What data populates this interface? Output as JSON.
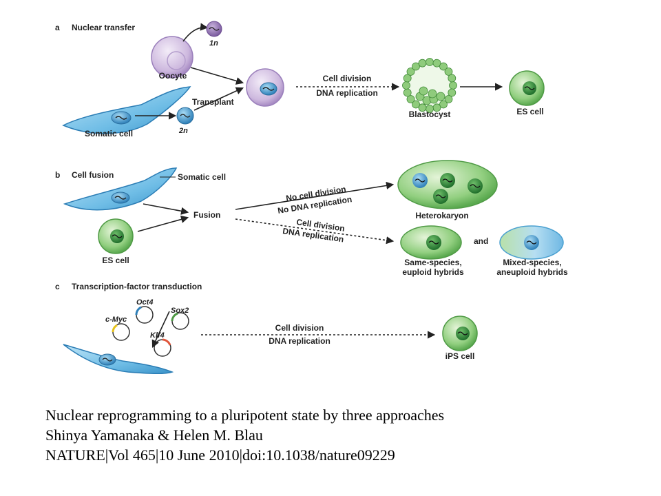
{
  "panels": {
    "a": {
      "letter": "a",
      "title": "Nuclear transfer",
      "oocyte": "Oocyte",
      "haploid": "1n",
      "somatic_cell": "Somatic cell",
      "diploid": "2n",
      "transplant": "Transplant",
      "arrow_line1": "Cell division",
      "arrow_line2": "DNA replication",
      "blastocyst": "Blastocyst",
      "es_cell": "ES cell"
    },
    "b": {
      "letter": "b",
      "title": "Cell fusion",
      "somatic_cell": "Somatic cell",
      "fusion": "Fusion",
      "es_cell": "ES cell",
      "upper_arrow_line1": "No cell division",
      "upper_arrow_line2": "No DNA replication",
      "heterokaryon": "Heterokaryon",
      "lower_arrow_line1": "Cell division",
      "lower_arrow_line2": "DNA replication",
      "and": "and",
      "hybrid1_line1": "Same-species,",
      "hybrid1_line2": "euploid hybrids",
      "hybrid2_line1": "Mixed-species,",
      "hybrid2_line2": "aneuploid hybrids"
    },
    "c": {
      "letter": "c",
      "title": "Transcription-factor transduction",
      "genes": [
        "Oct4",
        "Sox2",
        "c-Myc",
        "Klf4"
      ],
      "arrow_line1": "Cell division",
      "arrow_line2": "DNA replication",
      "ips_cell": "iPS cell"
    }
  },
  "caption": {
    "line1": "Nuclear reprogramming to a pluripotent state by three approaches",
    "line2": "Shinya Yamanaka & Helen M. Blau",
    "line3": "NATURE|Vol 465|10 June 2010|doi:10.1038/nature09229"
  },
  "colors": {
    "somatic": "#5aaedb",
    "es_green": "#7cc36d",
    "oocyte_purple": "#c9b3dc",
    "nucleus_purple": "#9b7bb8",
    "nucleus_blue": "#3e8fc4",
    "nucleus_green": "#2f8a3c"
  }
}
